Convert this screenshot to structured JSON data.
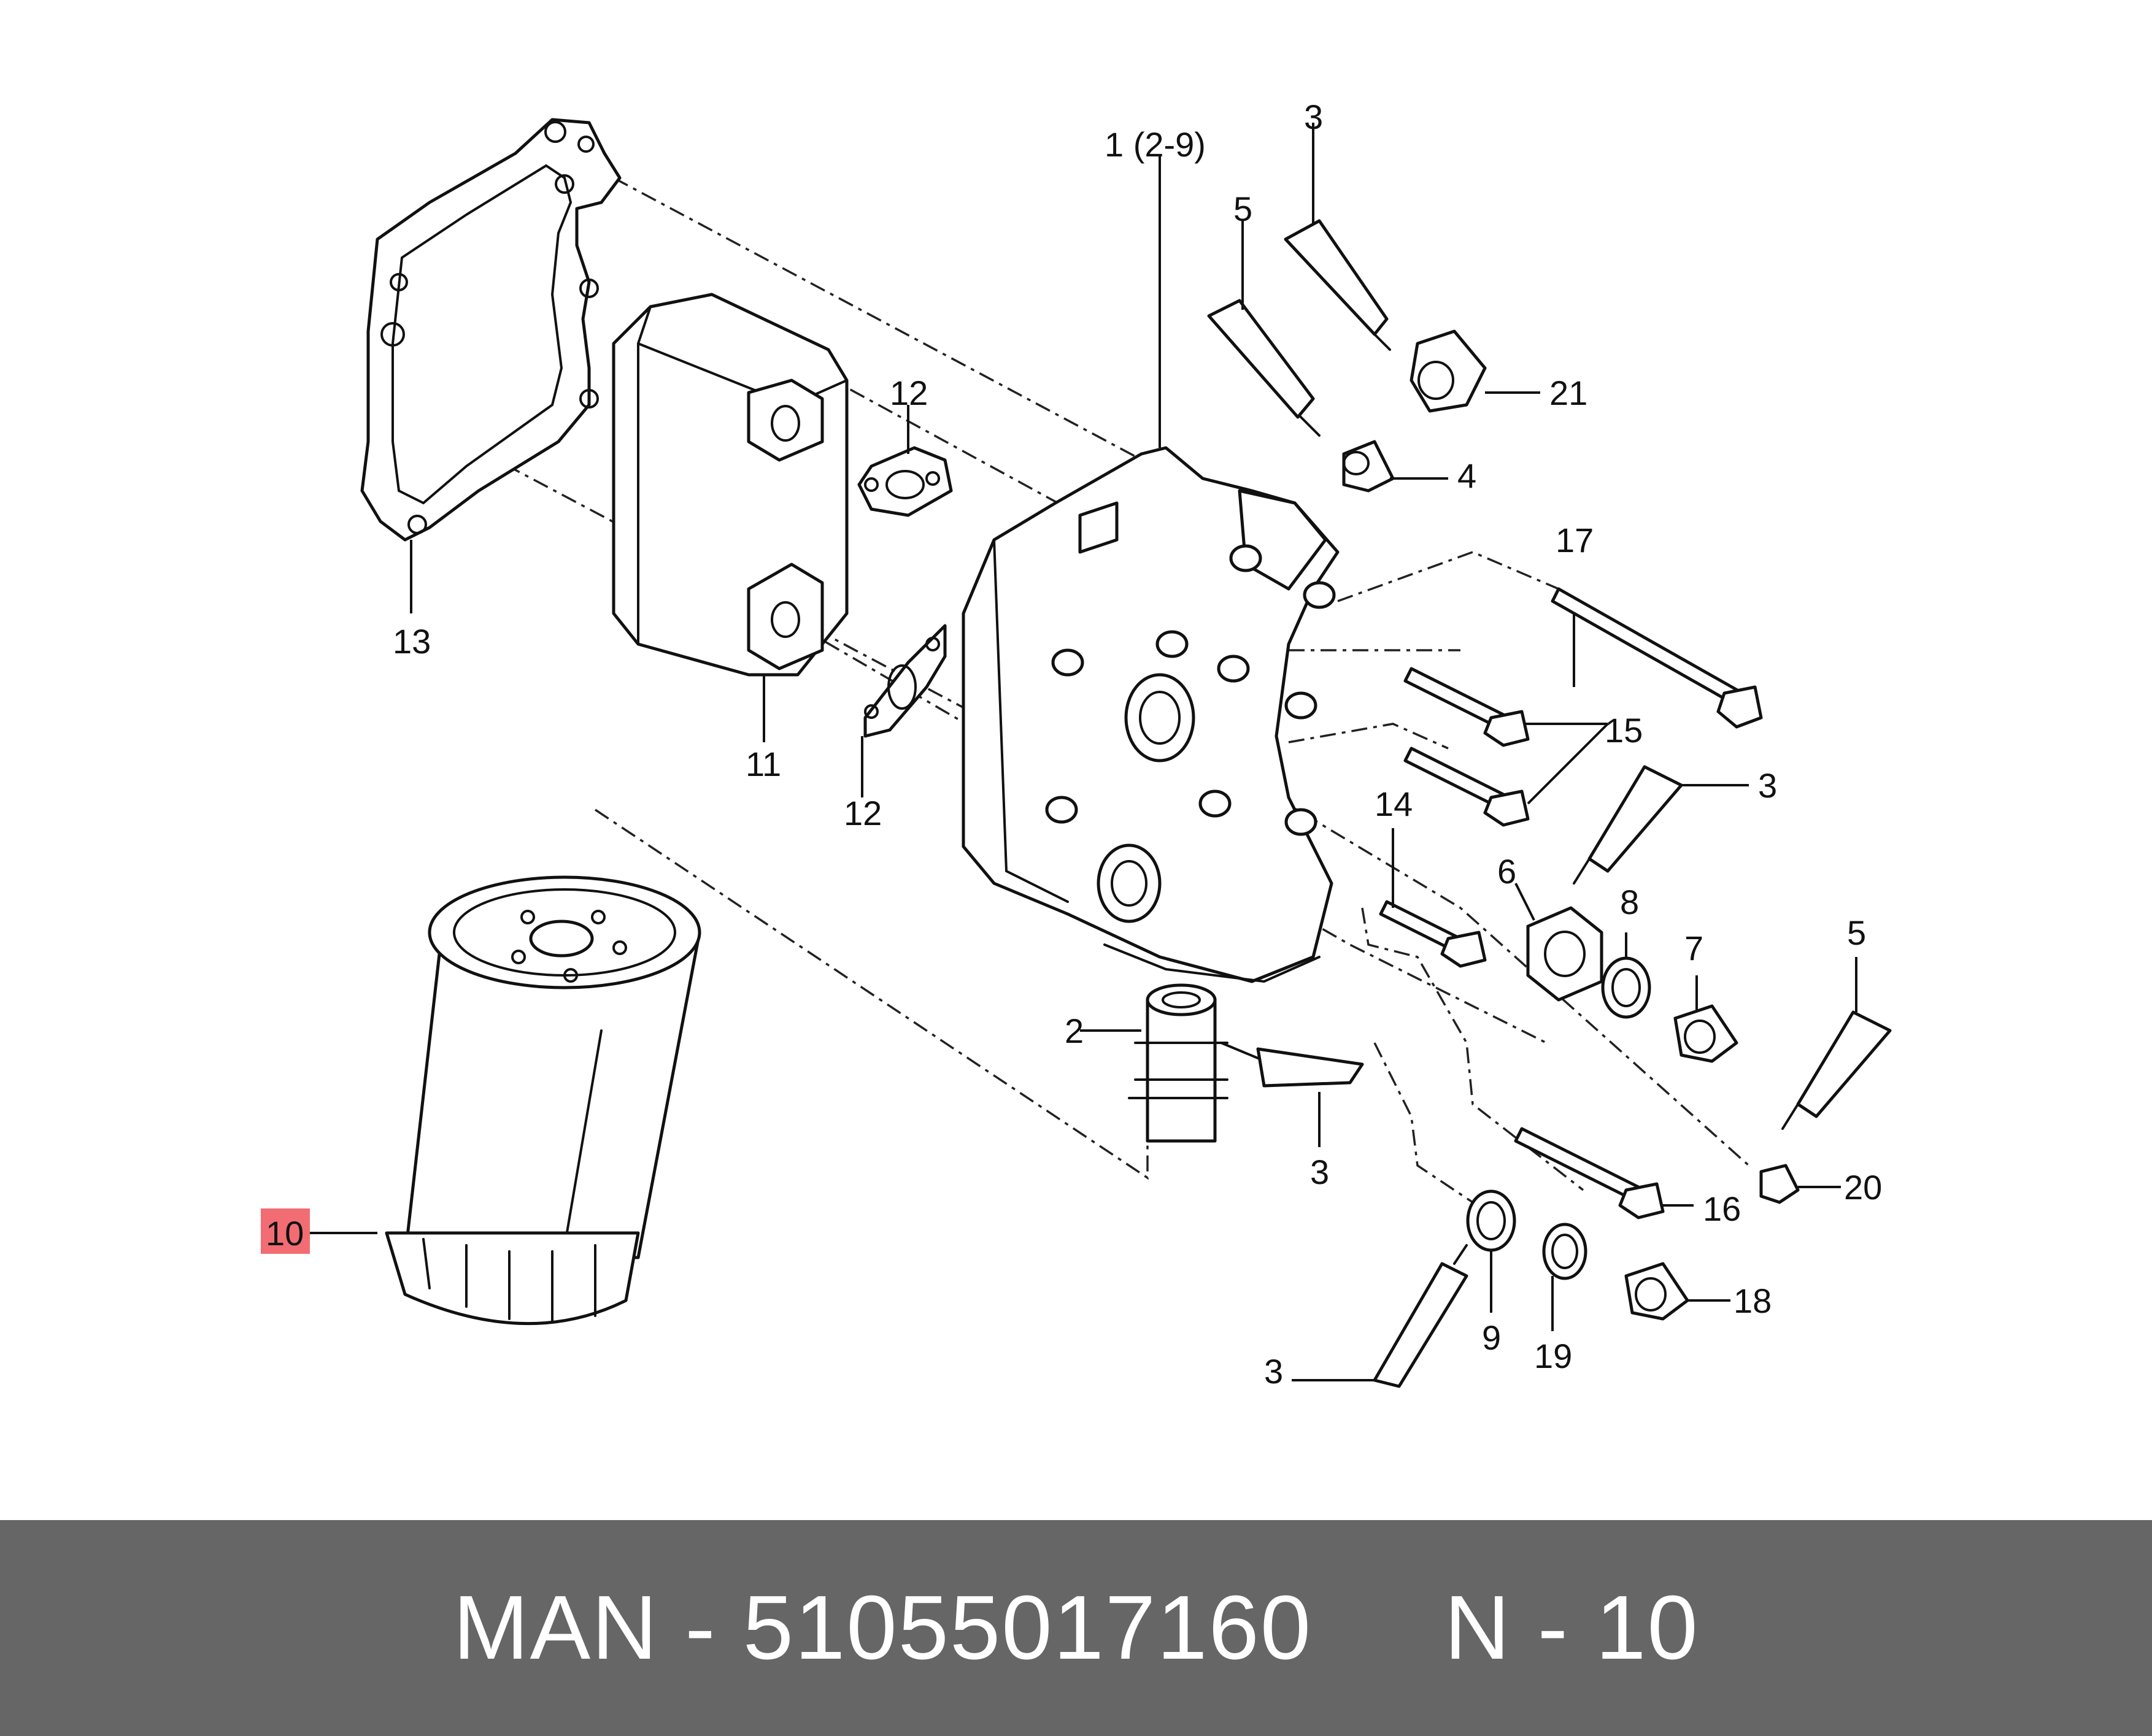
{
  "diagram": {
    "highlight_color": "#f26d73",
    "footer_color": "#666666",
    "callouts": [
      {
        "id": "c1",
        "text": "1 (2-9)"
      },
      {
        "id": "c2",
        "text": "2"
      },
      {
        "id": "c3a",
        "text": "3"
      },
      {
        "id": "c3b",
        "text": "3"
      },
      {
        "id": "c3c",
        "text": "3"
      },
      {
        "id": "c3d",
        "text": "3"
      },
      {
        "id": "c4",
        "text": "4"
      },
      {
        "id": "c5a",
        "text": "5"
      },
      {
        "id": "c5b",
        "text": "5"
      },
      {
        "id": "c6",
        "text": "6"
      },
      {
        "id": "c7",
        "text": "7"
      },
      {
        "id": "c8",
        "text": "8"
      },
      {
        "id": "c9",
        "text": "9"
      },
      {
        "id": "c10",
        "text": "10",
        "highlighted": true
      },
      {
        "id": "c11",
        "text": "11"
      },
      {
        "id": "c12a",
        "text": "12"
      },
      {
        "id": "c12b",
        "text": "12"
      },
      {
        "id": "c13",
        "text": "13"
      },
      {
        "id": "c14",
        "text": "14"
      },
      {
        "id": "c15",
        "text": "15"
      },
      {
        "id": "c16",
        "text": "16"
      },
      {
        "id": "c17",
        "text": "17"
      },
      {
        "id": "c18",
        "text": "18"
      },
      {
        "id": "c19",
        "text": "19"
      },
      {
        "id": "c20",
        "text": "20"
      },
      {
        "id": "c21",
        "text": "21"
      }
    ]
  },
  "footer": {
    "text": "MAN - 51055017160     N - 10"
  }
}
